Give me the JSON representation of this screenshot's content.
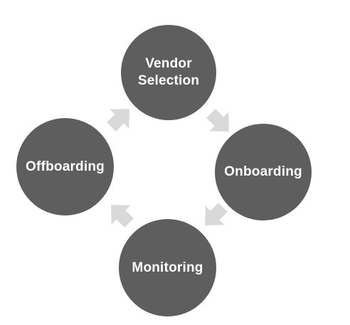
{
  "diagram": {
    "colors": {
      "node_fill": "#5f5e5e",
      "node_text": "#ffffff",
      "arrow_fill": "#d9d9d9",
      "background": "#ffffff"
    },
    "nodes": [
      {
        "id": "vendor",
        "label": "Vendor Selection"
      },
      {
        "id": "onboarding",
        "label": "Onboarding"
      },
      {
        "id": "monitoring",
        "label": "Monitoring"
      },
      {
        "id": "offboarding",
        "label": "Offboarding"
      }
    ],
    "flow": [
      {
        "from": "vendor",
        "to": "onboarding"
      },
      {
        "from": "onboarding",
        "to": "monitoring"
      },
      {
        "from": "monitoring",
        "to": "offboarding"
      },
      {
        "from": "offboarding",
        "to": "vendor"
      }
    ]
  }
}
